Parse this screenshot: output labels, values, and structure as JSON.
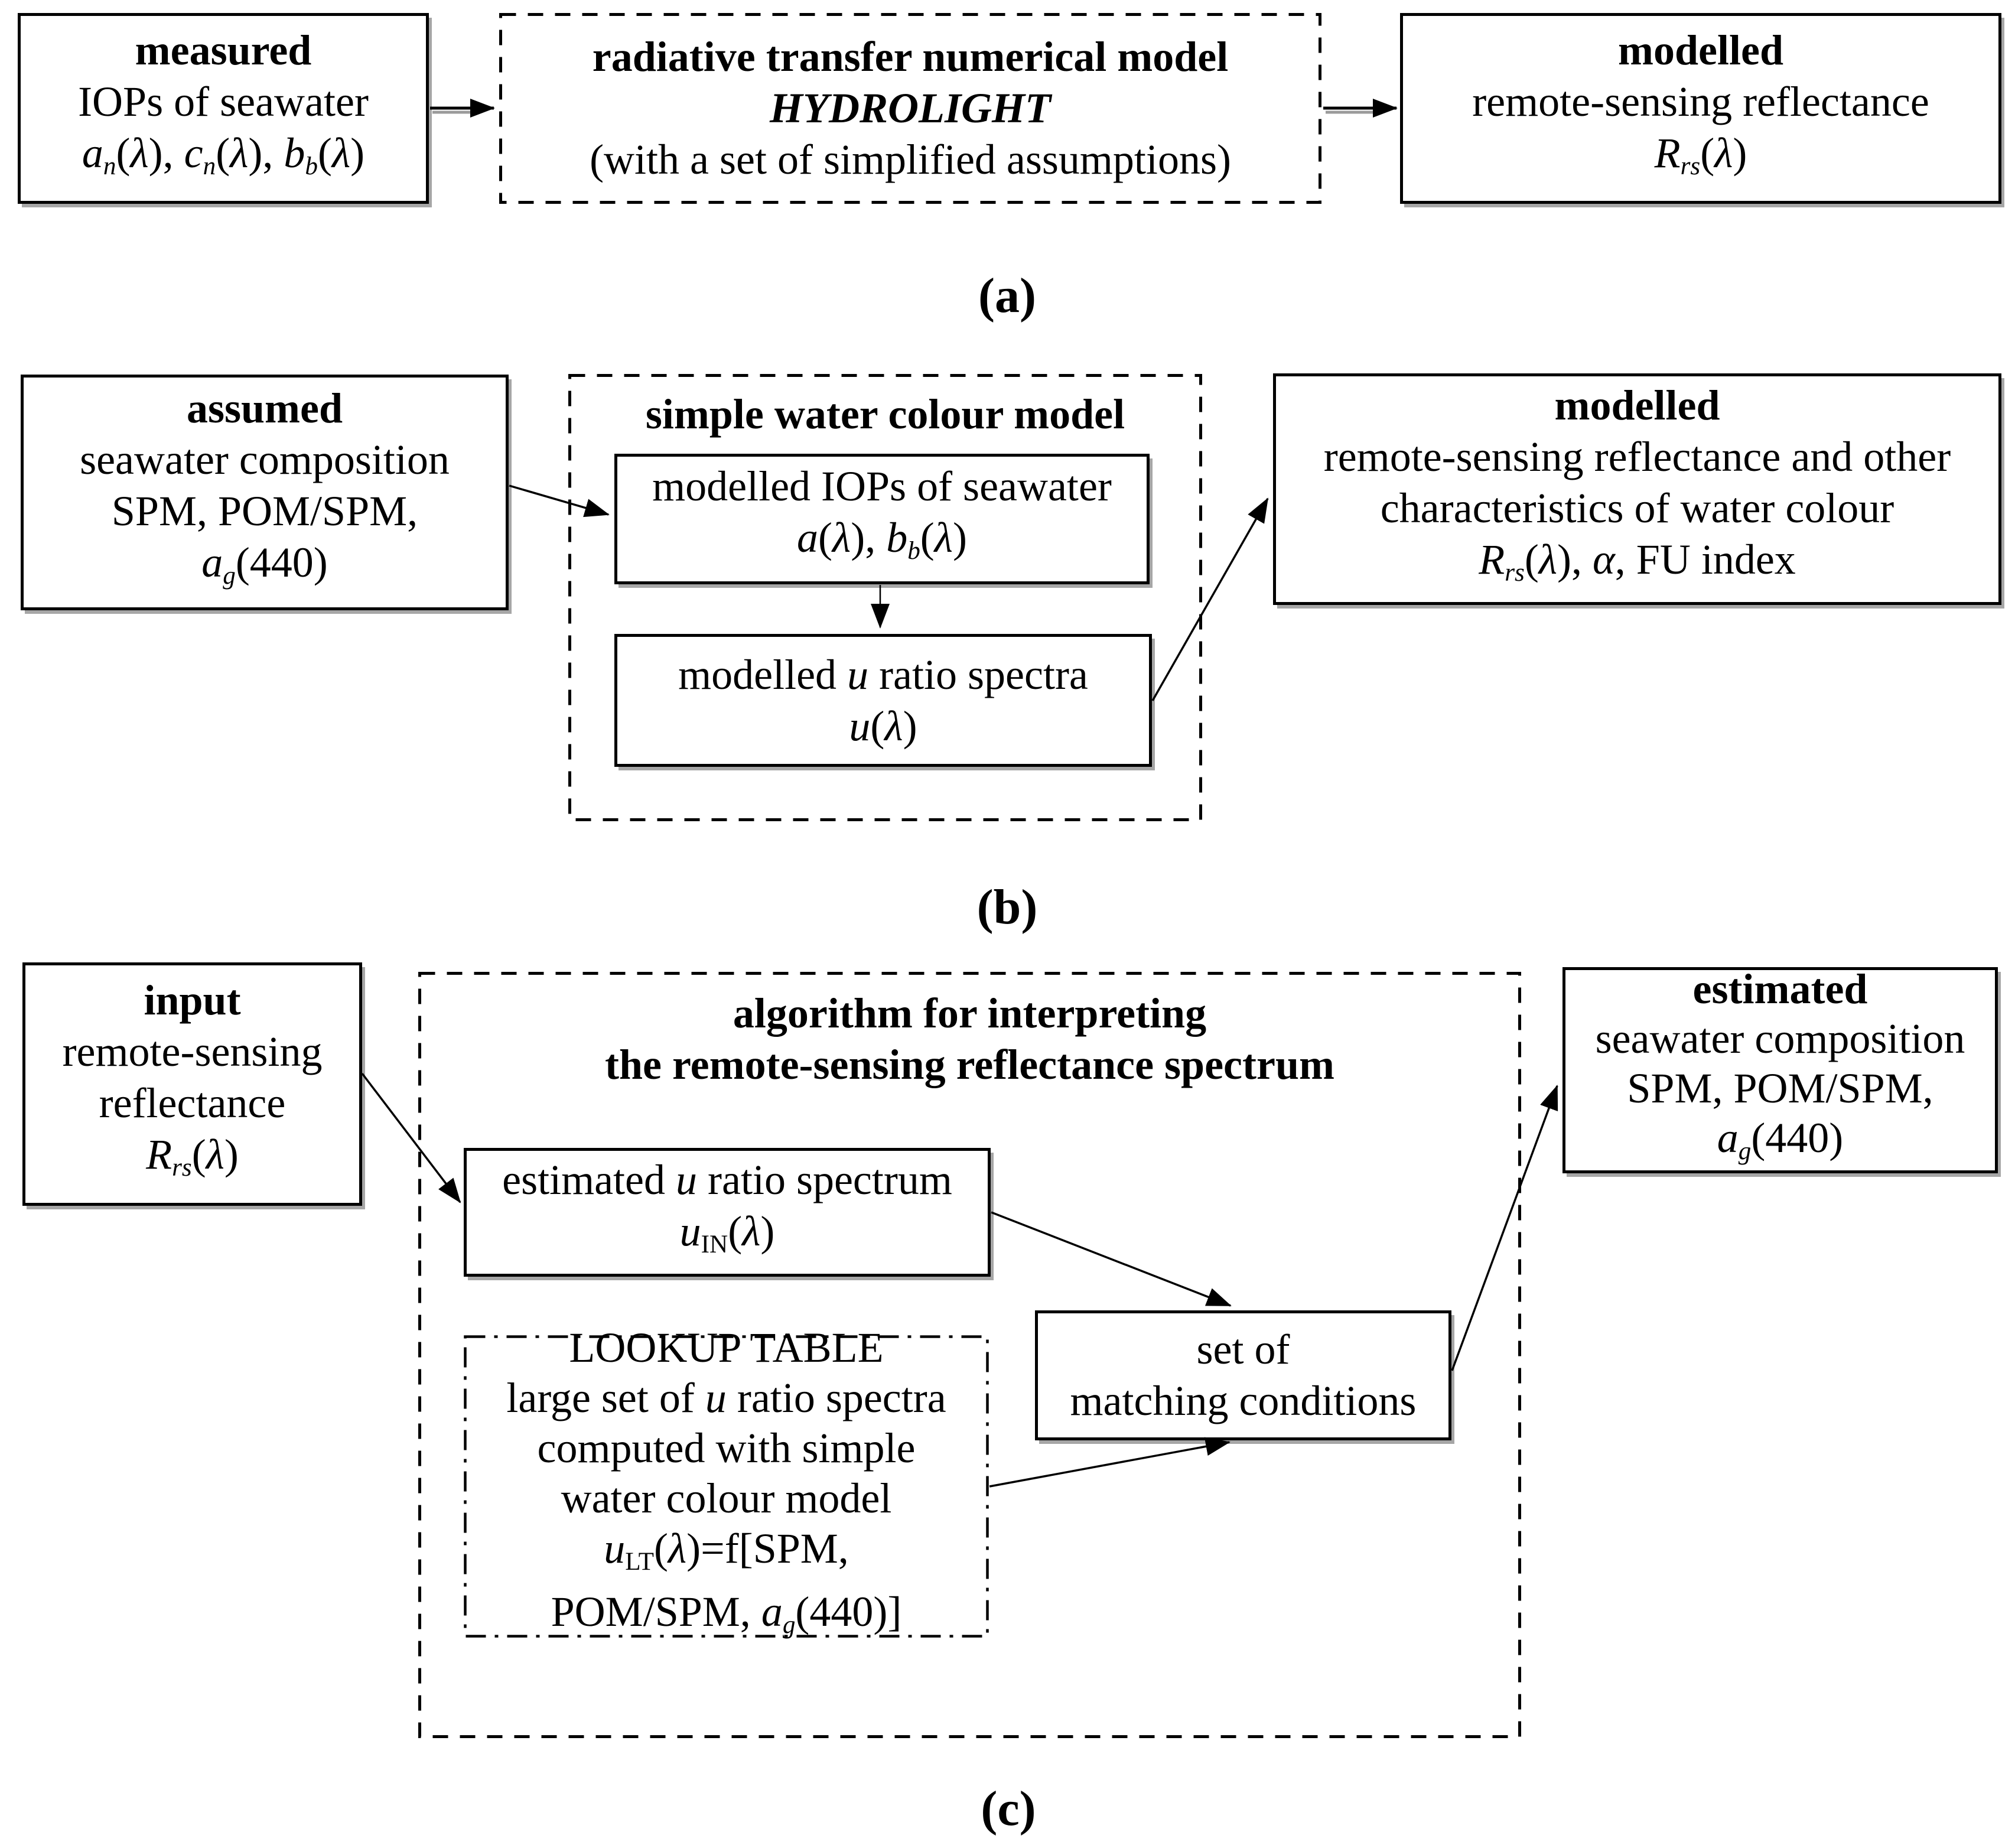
{
  "colors": {
    "ink": "#000000",
    "paper": "#ffffff",
    "shadow": "#a6a6a6"
  },
  "panels": {
    "a": {
      "label": "(a)",
      "measured_box": {
        "lines": [
          [
            {
              "t": "measured",
              "s": "b"
            }
          ],
          [
            {
              "t": "IOPs of seawater",
              "s": "r"
            }
          ],
          [
            {
              "t": "a",
              "s": "i"
            },
            {
              "t": "n",
              "s": "subi"
            },
            {
              "t": "(",
              "s": "r"
            },
            {
              "t": "λ",
              "s": "i"
            },
            {
              "t": "), ",
              "s": "r"
            },
            {
              "t": "c",
              "s": "i"
            },
            {
              "t": "n",
              "s": "subi"
            },
            {
              "t": "(",
              "s": "r"
            },
            {
              "t": "λ",
              "s": "i"
            },
            {
              "t": "), ",
              "s": "r"
            },
            {
              "t": "b",
              "s": "i"
            },
            {
              "t": "b",
              "s": "subi"
            },
            {
              "t": "(",
              "s": "r"
            },
            {
              "t": "λ",
              "s": "i"
            },
            {
              "t": ")",
              "s": "r"
            }
          ]
        ]
      },
      "model_box": {
        "lines": [
          [
            {
              "t": "radiative transfer numerical model",
              "s": "b"
            }
          ],
          [
            {
              "t": "HYDROLIGHT",
              "s": "bi"
            }
          ],
          [
            {
              "t": "(with a set of simplified assumptions)",
              "s": "r"
            }
          ]
        ]
      },
      "modelled_box": {
        "lines": [
          [
            {
              "t": "modelled",
              "s": "b"
            }
          ],
          [
            {
              "t": "remote-sensing reflectance",
              "s": "r"
            }
          ],
          [
            {
              "t": "R",
              "s": "i"
            },
            {
              "t": "rs",
              "s": "subi"
            },
            {
              "t": "(",
              "s": "r"
            },
            {
              "t": "λ",
              "s": "i"
            },
            {
              "t": ")",
              "s": "r"
            }
          ]
        ]
      }
    },
    "b": {
      "label": "(b)",
      "assumed_box": {
        "lines": [
          [
            {
              "t": "assumed",
              "s": "b"
            }
          ],
          [
            {
              "t": "seawater composition",
              "s": "r"
            }
          ],
          [
            {
              "t": "SPM, POM/SPM,",
              "s": "r"
            }
          ],
          [
            {
              "t": "a",
              "s": "i"
            },
            {
              "t": "g",
              "s": "subi"
            },
            {
              "t": "(440)",
              "s": "r"
            }
          ]
        ]
      },
      "swcm_box": {
        "title_lines": [
          [
            {
              "t": "simple water colour model",
              "s": "b"
            }
          ]
        ],
        "iops_box": {
          "lines": [
            [
              {
                "t": "modelled IOPs of seawater",
                "s": "r"
              }
            ],
            [
              {
                "t": "a",
                "s": "i"
              },
              {
                "t": "(",
                "s": "r"
              },
              {
                "t": "λ",
                "s": "i"
              },
              {
                "t": "), ",
                "s": "r"
              },
              {
                "t": "b",
                "s": "i"
              },
              {
                "t": "b",
                "s": "subi"
              },
              {
                "t": "(",
                "s": "r"
              },
              {
                "t": "λ",
                "s": "i"
              },
              {
                "t": ")",
                "s": "r"
              }
            ]
          ]
        },
        "u_box": {
          "lines": [
            [
              {
                "t": "modelled ",
                "s": "r"
              },
              {
                "t": "u",
                "s": "i"
              },
              {
                "t": " ratio spectra",
                "s": "r"
              }
            ],
            [
              {
                "t": "u",
                "s": "i"
              },
              {
                "t": "(",
                "s": "r"
              },
              {
                "t": "λ",
                "s": "i"
              },
              {
                "t": ")",
                "s": "r"
              }
            ]
          ]
        }
      },
      "modelled_box": {
        "lines": [
          [
            {
              "t": "modelled",
              "s": "b"
            }
          ],
          [
            {
              "t": "remote-sensing reflectance and other",
              "s": "r"
            }
          ],
          [
            {
              "t": "characteristics of water colour",
              "s": "r"
            }
          ],
          [
            {
              "t": "R",
              "s": "i"
            },
            {
              "t": "rs",
              "s": "subi"
            },
            {
              "t": "(",
              "s": "r"
            },
            {
              "t": "λ",
              "s": "i"
            },
            {
              "t": "), ",
              "s": "r"
            },
            {
              "t": "α",
              "s": "i"
            },
            {
              "t": ", FU index",
              "s": "r"
            }
          ]
        ]
      }
    },
    "c": {
      "label": "(c)",
      "input_box": {
        "lines": [
          [
            {
              "t": "input",
              "s": "b"
            }
          ],
          [
            {
              "t": "remote-sensing",
              "s": "r"
            }
          ],
          [
            {
              "t": "reflectance",
              "s": "r"
            }
          ],
          [
            {
              "t": "R",
              "s": "i"
            },
            {
              "t": "rs",
              "s": "subi"
            },
            {
              "t": "(",
              "s": "r"
            },
            {
              "t": "λ",
              "s": "i"
            },
            {
              "t": ")",
              "s": "r"
            }
          ]
        ]
      },
      "algorithm_box": {
        "title_lines": [
          [
            {
              "t": "algorithm for interpreting",
              "s": "b"
            }
          ],
          [
            {
              "t": "the remote-sensing reflectance spectrum",
              "s": "b"
            }
          ]
        ],
        "estimated_u_box": {
          "lines": [
            [
              {
                "t": "estimated ",
                "s": "r"
              },
              {
                "t": "u",
                "s": "i"
              },
              {
                "t": " ratio spectrum",
                "s": "r"
              }
            ],
            [
              {
                "t": "u",
                "s": "i"
              },
              {
                "t": "IN",
                "s": "sub"
              },
              {
                "t": "(",
                "s": "r"
              },
              {
                "t": "λ",
                "s": "i"
              },
              {
                "t": ")",
                "s": "r"
              }
            ]
          ]
        },
        "lookup_box": {
          "lines": [
            [
              {
                "t": "LOOKUP TABLE",
                "s": "r"
              }
            ],
            [
              {
                "t": "large set of ",
                "s": "r"
              },
              {
                "t": "u",
                "s": "i"
              },
              {
                "t": " ratio spectra",
                "s": "r"
              }
            ],
            [
              {
                "t": "computed with simple",
                "s": "r"
              }
            ],
            [
              {
                "t": "water colour model",
                "s": "r"
              }
            ],
            [
              {
                "t": "u",
                "s": "i"
              },
              {
                "t": "LT",
                "s": "sub"
              },
              {
                "t": "(",
                "s": "r"
              },
              {
                "t": "λ",
                "s": "i"
              },
              {
                "t": ")=f[SPM,",
                "s": "r"
              }
            ],
            [
              {
                "t": "POM/SPM, ",
                "s": "r"
              },
              {
                "t": "a",
                "s": "i"
              },
              {
                "t": "g",
                "s": "subi"
              },
              {
                "t": "(440)]",
                "s": "r"
              }
            ]
          ]
        },
        "matching_box": {
          "lines": [
            [
              {
                "t": "set of",
                "s": "r"
              }
            ],
            [
              {
                "t": "matching conditions",
                "s": "r"
              }
            ]
          ]
        }
      },
      "estimated_box": {
        "lines": [
          [
            {
              "t": "estimated",
              "s": "b"
            }
          ],
          [
            {
              "t": "seawater composition",
              "s": "r"
            }
          ],
          [
            {
              "t": "SPM, POM/SPM,",
              "s": "r"
            }
          ],
          [
            {
              "t": "a",
              "s": "i"
            },
            {
              "t": "g",
              "s": "subi"
            },
            {
              "t": "(440)",
              "s": "r"
            }
          ]
        ]
      }
    }
  }
}
